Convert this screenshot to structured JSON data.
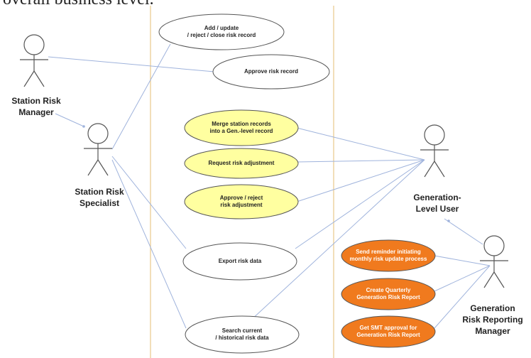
{
  "header": {
    "text": "overall business level."
  },
  "colors": {
    "yellow_fill": "#ffffa0",
    "orange_fill": "#f07a1e",
    "white_fill": "#ffffff",
    "outline": "#555555",
    "boundary": "#e8c98a",
    "connector": "#9fb3dc"
  },
  "actors": {
    "station_risk_manager": "Station Risk\nManager",
    "station_risk_specialist": "Station Risk\nSpecialist",
    "generation_level_user": "Generation-\nLevel User",
    "generation_risk_reporting_manager": "Generation\nRisk Reporting\nManager"
  },
  "use_cases": {
    "add_update": "Add / update\n/ reject / close risk record",
    "approve_record": "Approve risk record",
    "merge_records": "Merge station records\ninto a Gen.-level record",
    "request_adjustment": "Request risk adjustment",
    "approve_reject_adjustment": "Approve / reject\nrisk adjustment",
    "export_data": "Export risk data",
    "search_data": "Search current\n/ historical risk data",
    "send_reminder": "Send reminder initiating\nmonthly risk update process",
    "create_report": "Create Quarterly\nGeneration Risk Report",
    "smt_approval": "Get SMT approval for\nGeneration Risk Report"
  }
}
